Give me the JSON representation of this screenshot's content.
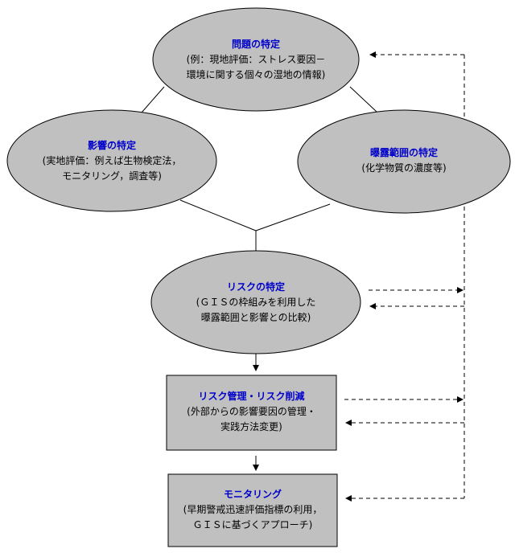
{
  "colors": {
    "fill": "#c0c0c0",
    "stroke": "#000000",
    "title_text": "#0000cc",
    "body_text": "#000000"
  },
  "nodes": {
    "problem": {
      "title": "問題の特定",
      "line1": "(例：現地評価：ストレス要因－",
      "line2": "環境に関する個々の湿地の情報)"
    },
    "effect": {
      "title": "影響の特定",
      "line1": "(実地評価：例えば生物検定法，",
      "line2": "モニタリング，調査等)"
    },
    "exposure": {
      "title": "曝露範囲の特定",
      "line1": "(化学物質の濃度等)"
    },
    "risk": {
      "title": "リスクの特定",
      "line1": "(ＧＩＳの枠組みを利用した",
      "line2": "曝露範囲と影響との比較)"
    },
    "management": {
      "title": "リスク管理・リスク削減",
      "line1": "(外部からの影響要因の管理・",
      "line2": "実践方法変更)"
    },
    "monitoring": {
      "title": "モニタリング",
      "line1": "(早期警戒迅速評価指標の利用，",
      "line2": "ＧＩＳに基づくアプローチ)"
    }
  }
}
